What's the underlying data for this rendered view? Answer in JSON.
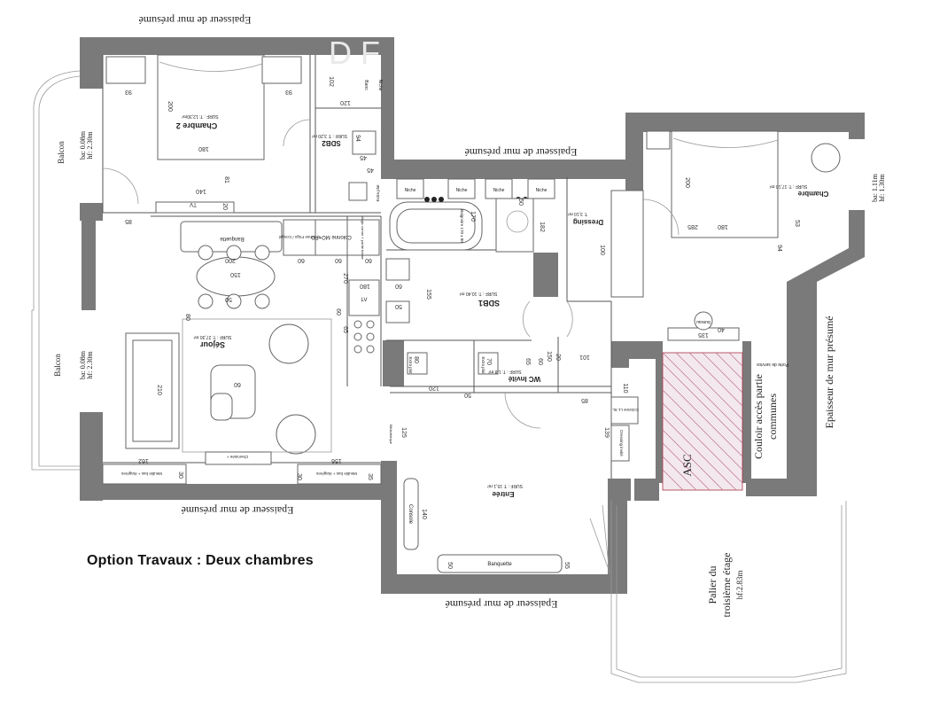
{
  "caption": "Option Travaux : Deux chambres",
  "watermark": "D F",
  "wall_labels": {
    "top": "Epaisseur de mur présumé",
    "mid_top": "Epaisseur de mur présumé",
    "bottom_left": "Epaisseur de mur présumé",
    "bottom_center": "Epaisseur de mur présumé",
    "right": "Epaisseur de mur présumé"
  },
  "rooms": {
    "chambre2": {
      "name": "Chambre 2",
      "surf": "SURF : T: 12,30m²"
    },
    "chambre": {
      "name": "Chambre",
      "surf": "SURF : T: 17,10 m²"
    },
    "sdb2": {
      "name": "SDB2",
      "surf": "SURF : T: 3,20 m²"
    },
    "sdb1": {
      "name": "SDB1",
      "surf": "SURF : T: 10,40 m²"
    },
    "sejour": {
      "name": "Séjour",
      "surf": "SURF : T: 27,30 m²"
    },
    "wc": {
      "name": "WC Invité",
      "surf": "SURF : T: 1,8 m²"
    },
    "entree": {
      "name": "Entrée",
      "surf": "SURF : T: 15,1 m²"
    },
    "dressing": {
      "name": "Dressing",
      "surf": "T: 3,10 m²"
    },
    "asc": {
      "name": "ASC"
    },
    "couloir": {
      "line1": "Couloir accès partie",
      "line2": "communes"
    },
    "palier": {
      "line1": "Palier du",
      "line2": "troisième étage",
      "line3": "hf:2.83m"
    }
  },
  "balcony": {
    "top_name": "Balcon",
    "top_ba": "ba: 0.08m",
    "top_hf": "hf: 2.30m",
    "bottom_name": "Balcon",
    "bottom_ba": "ba: 0.08m",
    "bottom_hf": "hf: 2.30m"
  },
  "window_right": {
    "ba": "ba: 1.11m",
    "hf": "hf: 1.30m"
  },
  "furniture": {
    "banc": "Banc",
    "niche": "Niche",
    "banquette": "Banquette",
    "banquette_entree": "Banquette",
    "frigo": "Colonne Frigo / Congel",
    "mofo": "Colonne MO+FO",
    "magic": "Magic corner + partie basse",
    "tv": "TV",
    "lv": "LV",
    "baignoire": "Baignoire 170 x 80",
    "extra_plat": "Extra plat",
    "porte_service": "Porte de service",
    "bureau": "bureau",
    "colonne_llsl": "Colonne LL SL",
    "dressing_invite": "Dressing invité",
    "console": "Console",
    "cheminee": "Cheminée +",
    "meuble1": "Meuble bas + étagères",
    "meuble2": "Meuble bas + étagères",
    "niche1": "Niche",
    "niche2": "Niche",
    "niche3": "Niche",
    "niche4": "Niche",
    "bibliotheque": "Bibliothèque"
  },
  "dims": [
    "93",
    "93",
    "200",
    "180",
    "102",
    "120",
    "94",
    "45",
    "81",
    "140",
    "20",
    "85",
    "200",
    "150",
    "60",
    "60",
    "60",
    "50",
    "80",
    "270",
    "60",
    "210",
    "162",
    "30",
    "156",
    "30",
    "35",
    "45",
    "60",
    "170",
    "155",
    "50",
    "182",
    "100",
    "285",
    "180",
    "65",
    "60",
    "50",
    "80",
    "120",
    "70",
    "65",
    "50",
    "60",
    "150",
    "20",
    "101",
    "85",
    "139",
    "110",
    "125",
    "140",
    "50",
    "55",
    "200",
    "180",
    "94",
    "53",
    "40",
    "135"
  ]
}
